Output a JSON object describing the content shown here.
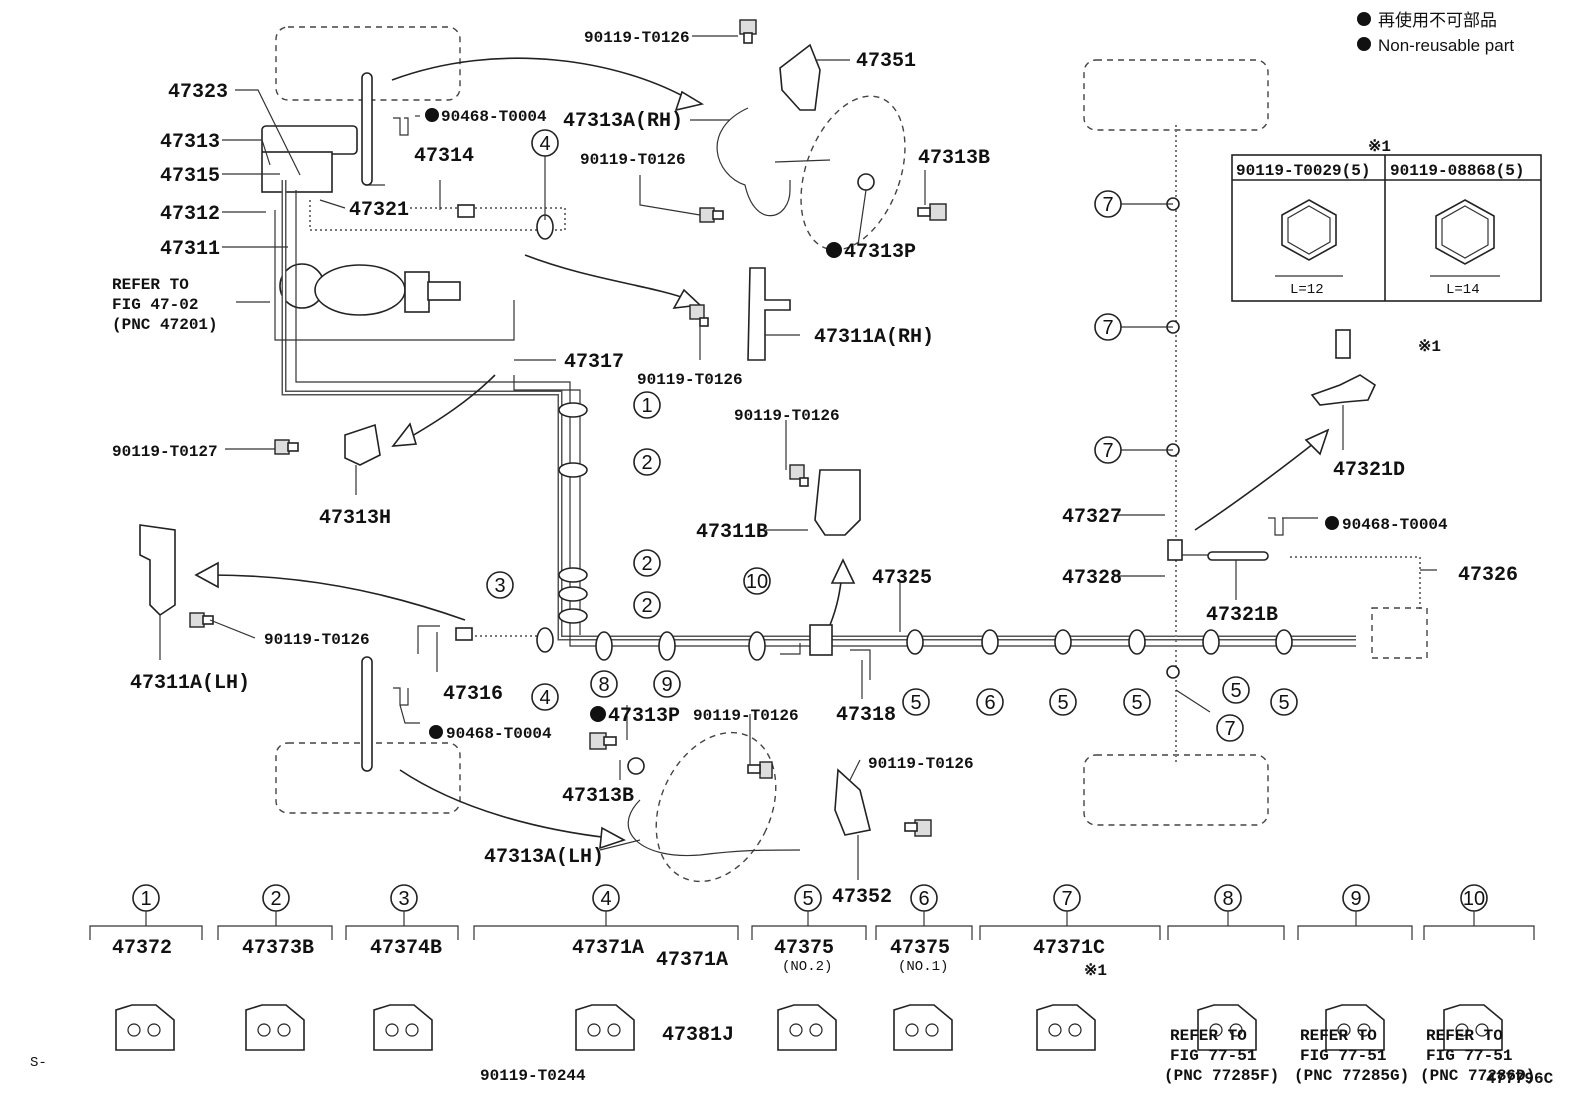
{
  "legend": {
    "line_jp": "再使用不可部品",
    "line_en": "Non-reusable part"
  },
  "labels": {
    "p47323": "47323",
    "p47313": "47313",
    "p47315": "47315",
    "p47312": "47312",
    "p47311": "47311",
    "refer_fig_1": "REFER TO",
    "refer_fig_2": "FIG 47-02",
    "refer_fig_3": "(PNC 47201)",
    "p90119_T0126_a": "90119-T0126",
    "p47351": "47351",
    "p90468_T0004_a": "90468-T0004",
    "p47314": "47314",
    "p47321": "47321",
    "p47313A_RH": "47313A(RH)",
    "p90119_T0126_b": "90119-T0126",
    "p47313B_top": "47313B",
    "p47313P_top": "47313P",
    "p47311A_RH": "47311A(RH)",
    "p90119_T0126_c": "90119-T0126",
    "p47317": "47317",
    "p90119_T0127": "90119-T0127",
    "p47313H": "47313H",
    "p90119_T0126_d": "90119-T0126",
    "p47311B": "47311B",
    "p47325": "47325",
    "p47311A_LH": "47311A(LH)",
    "p90119_T0126_e": "90119-T0126",
    "p47316": "47316",
    "p90468_T0004_b": "90468-T0004",
    "p47313P_bot": "47313P",
    "p90119_T0126_f": "90119-T0126",
    "p47318": "47318",
    "p47313B_bot": "47313B",
    "p90119_T0126_g": "90119-T0126",
    "p47313A_LH": "47313A(LH)",
    "p47352": "47352",
    "p47327": "47327",
    "p47328": "47328",
    "p47321B": "47321B",
    "p90468_T0004_c": "90468-T0004",
    "p47326": "47326",
    "p47321D": "47321D",
    "note_ref": "※1",
    "note_ref2": "※1",
    "note_ref3": "※1",
    "table_h1": "90119-T0029(5)",
    "table_h2": "90119-08868(5)",
    "table_l1": "L=12",
    "table_l2": "L=14",
    "page_code": "S-",
    "figure_id": "477796C"
  },
  "circled": [
    "1",
    "2",
    "3",
    "4",
    "5",
    "6",
    "7",
    "8",
    "9",
    "10"
  ],
  "clamps": [
    {
      "num": "1",
      "part": "47372"
    },
    {
      "num": "2",
      "part": "47373B"
    },
    {
      "num": "3",
      "part": "47374B"
    },
    {
      "num": "4",
      "part": "47371A",
      "part2": "47381J",
      "bolt": "90119-T0244"
    },
    {
      "num": "5",
      "part": "47375",
      "sub": "(NO.2)"
    },
    {
      "num": "6",
      "part": "47375",
      "sub": "(NO.1)"
    },
    {
      "num": "7",
      "part": "47371C",
      "note": "※1"
    },
    {
      "num": "8",
      "ref1": "REFER TO",
      "ref2": "FIG 77-51",
      "ref3": "(PNC 77285F)"
    },
    {
      "num": "9",
      "ref1": "REFER TO",
      "ref2": "FIG 77-51",
      "ref3": "(PNC 77285G)"
    },
    {
      "num": "10",
      "ref1": "REFER TO",
      "ref2": "FIG 77-51",
      "ref3": "(PNC 77286D)"
    }
  ]
}
